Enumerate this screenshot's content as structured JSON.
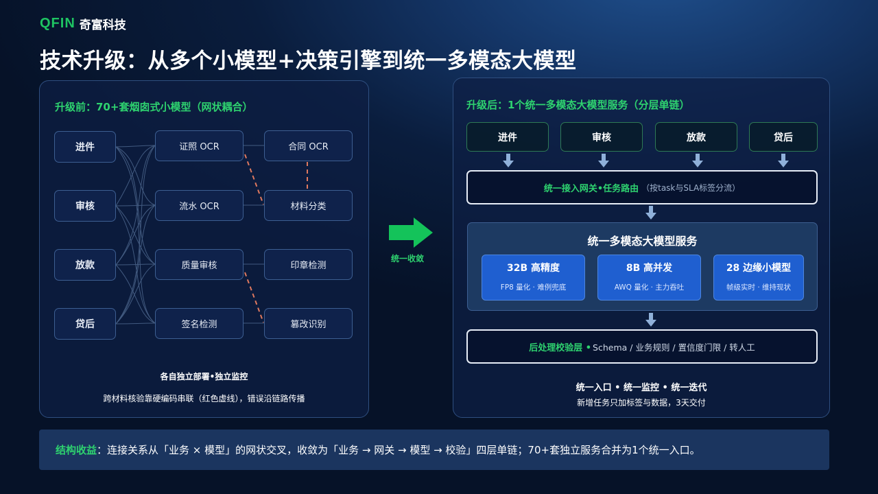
{
  "brand": {
    "logo_text": "QFIN",
    "name": "奇富科技"
  },
  "title": "技术升级：从多个小模型+决策引擎到统一多模态大模型",
  "left": {
    "title": "升级前：70+套烟囱式小模型（网状耦合）",
    "business": [
      "进件",
      "审核",
      "放款",
      "贷后"
    ],
    "models_a": [
      "证照 OCR",
      "流水 OCR",
      "质量审核",
      "签名检测"
    ],
    "models_b": [
      "合同 OCR",
      "材料分类",
      "印章检测",
      "篡改识别"
    ],
    "note1": "各自独立部署•独立监控",
    "note2": "跨材料核验靠硬编码串联（红色虚线），错误沿链路传播"
  },
  "converge_label": "统一收敛",
  "right": {
    "title": "升级后：1个统一多模态大模型服务（分层单链）",
    "business": [
      "进件",
      "审核",
      "放款",
      "贷后"
    ],
    "gateway": {
      "main": "统一接入网关•任务路由",
      "sub": "（按task与SLA标签分流）"
    },
    "service": {
      "title": "统一多模态大模型服务",
      "cards": [
        {
          "head": "32B 高精度",
          "desc": "FP8 量化 · 难例兜底"
        },
        {
          "head": "8B 高并发",
          "desc": "AWQ 量化 · 主力吞吐"
        },
        {
          "head": "28 边缘小模型",
          "desc": "帧级实时 · 维持现状"
        }
      ]
    },
    "post": {
      "main": "后处理校验层 •",
      "sub": "Schema / 业务规则 / 置信度门限 / 转人工"
    },
    "note1": "统一入口 • 统一监控 • 统一迭代",
    "note2": "新增任务只加标签与数据，3天交付"
  },
  "benefit": {
    "label": "结构收益",
    "text": "：连接关系从「业务 × 模型」的网状交叉，收敛为「业务 → 网关 → 模型 → 校验」四层单链；70+套独立服务合并为1个统一入口。"
  },
  "colors": {
    "accent_green": "#2ed26f",
    "card_blue": "#1f5fd0",
    "dashed_red": "#e0795f"
  }
}
